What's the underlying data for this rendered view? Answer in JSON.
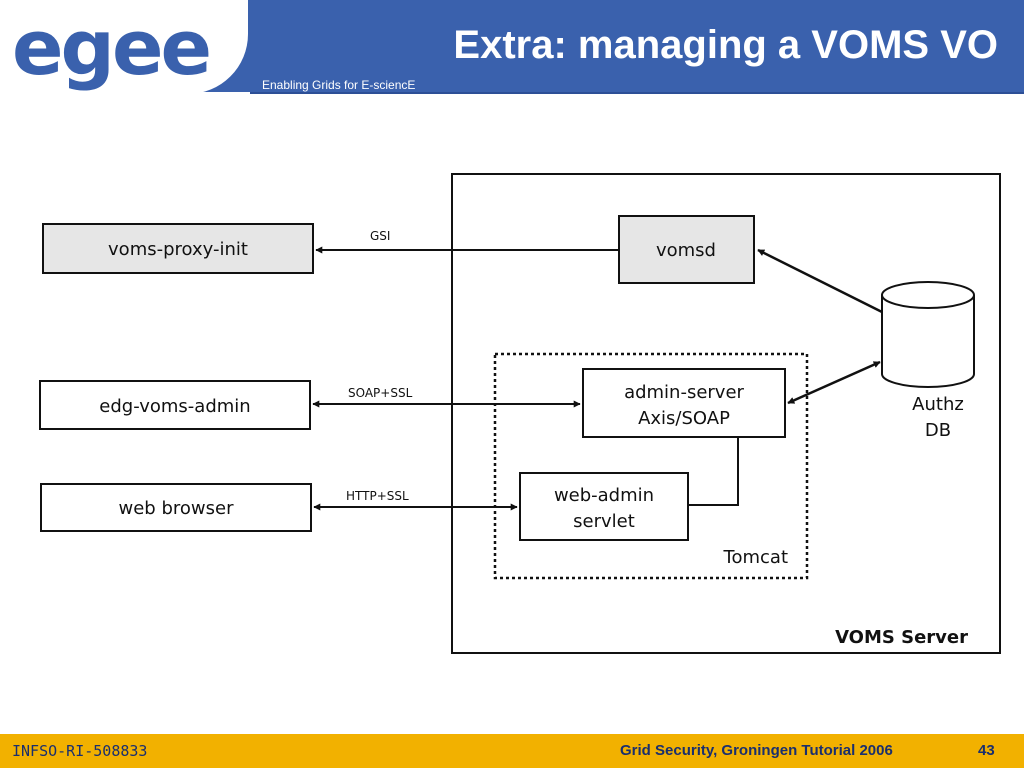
{
  "header": {
    "logo_text": "egee",
    "title": "Extra: managing a VOMS VO",
    "tagline": "Enabling Grids for E-sciencE"
  },
  "diagram": {
    "clients": {
      "voms_proxy_init": "voms-proxy-init",
      "edg_voms_admin": "edg-voms-admin",
      "web_browser": "web browser"
    },
    "server": {
      "label": "VOMS Server",
      "vomsd": "vomsd",
      "admin_server_line1": "admin-server",
      "admin_server_line2": "Axis/SOAP",
      "web_admin_line1": "web-admin",
      "web_admin_line2": "servlet",
      "tomcat": "Tomcat",
      "db_line1": "Authz",
      "db_line2": "DB"
    },
    "edges": {
      "gsi": "GSI",
      "soap_ssl": "SOAP+SSL",
      "http_ssl": "HTTP+SSL"
    }
  },
  "footer": {
    "project_id": "INFSO-RI-508833",
    "event": "Grid Security, Groningen Tutorial 2006",
    "page_number": "43"
  },
  "colors": {
    "header_blue": "#3a61ad",
    "footer_gold": "#f2b100",
    "grey_box": "#e6e6e6"
  }
}
